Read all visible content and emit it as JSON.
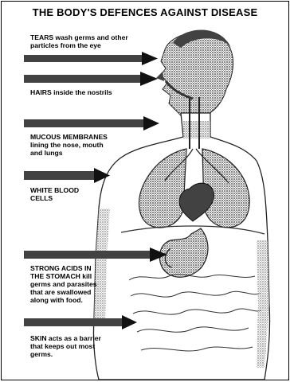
{
  "title": "THE BODY'S DEFENCES AGAINST DISEASE",
  "captions": {
    "tears": [
      "TEARS wash germs and other",
      "particles from the eye"
    ],
    "hairs": [
      "HAIRS inside the nostrils"
    ],
    "mucous": [
      "MUCOUS MEMBRANES",
      "lining the nose, mouth",
      "and lungs"
    ],
    "white_blood": [
      "WHITE BLOOD",
      "CELLS"
    ],
    "acids": [
      "STRONG ACIDS IN",
      "THE STOMACH kill",
      "germs and parasites",
      "that are swallowed",
      "along with food."
    ],
    "skin": [
      "SKIN acts as a barrier",
      "that keeps out most",
      "germs."
    ]
  },
  "colors": {
    "ink": "#000000",
    "stipple": "#3a3a3a",
    "paper": "#ffffff"
  }
}
